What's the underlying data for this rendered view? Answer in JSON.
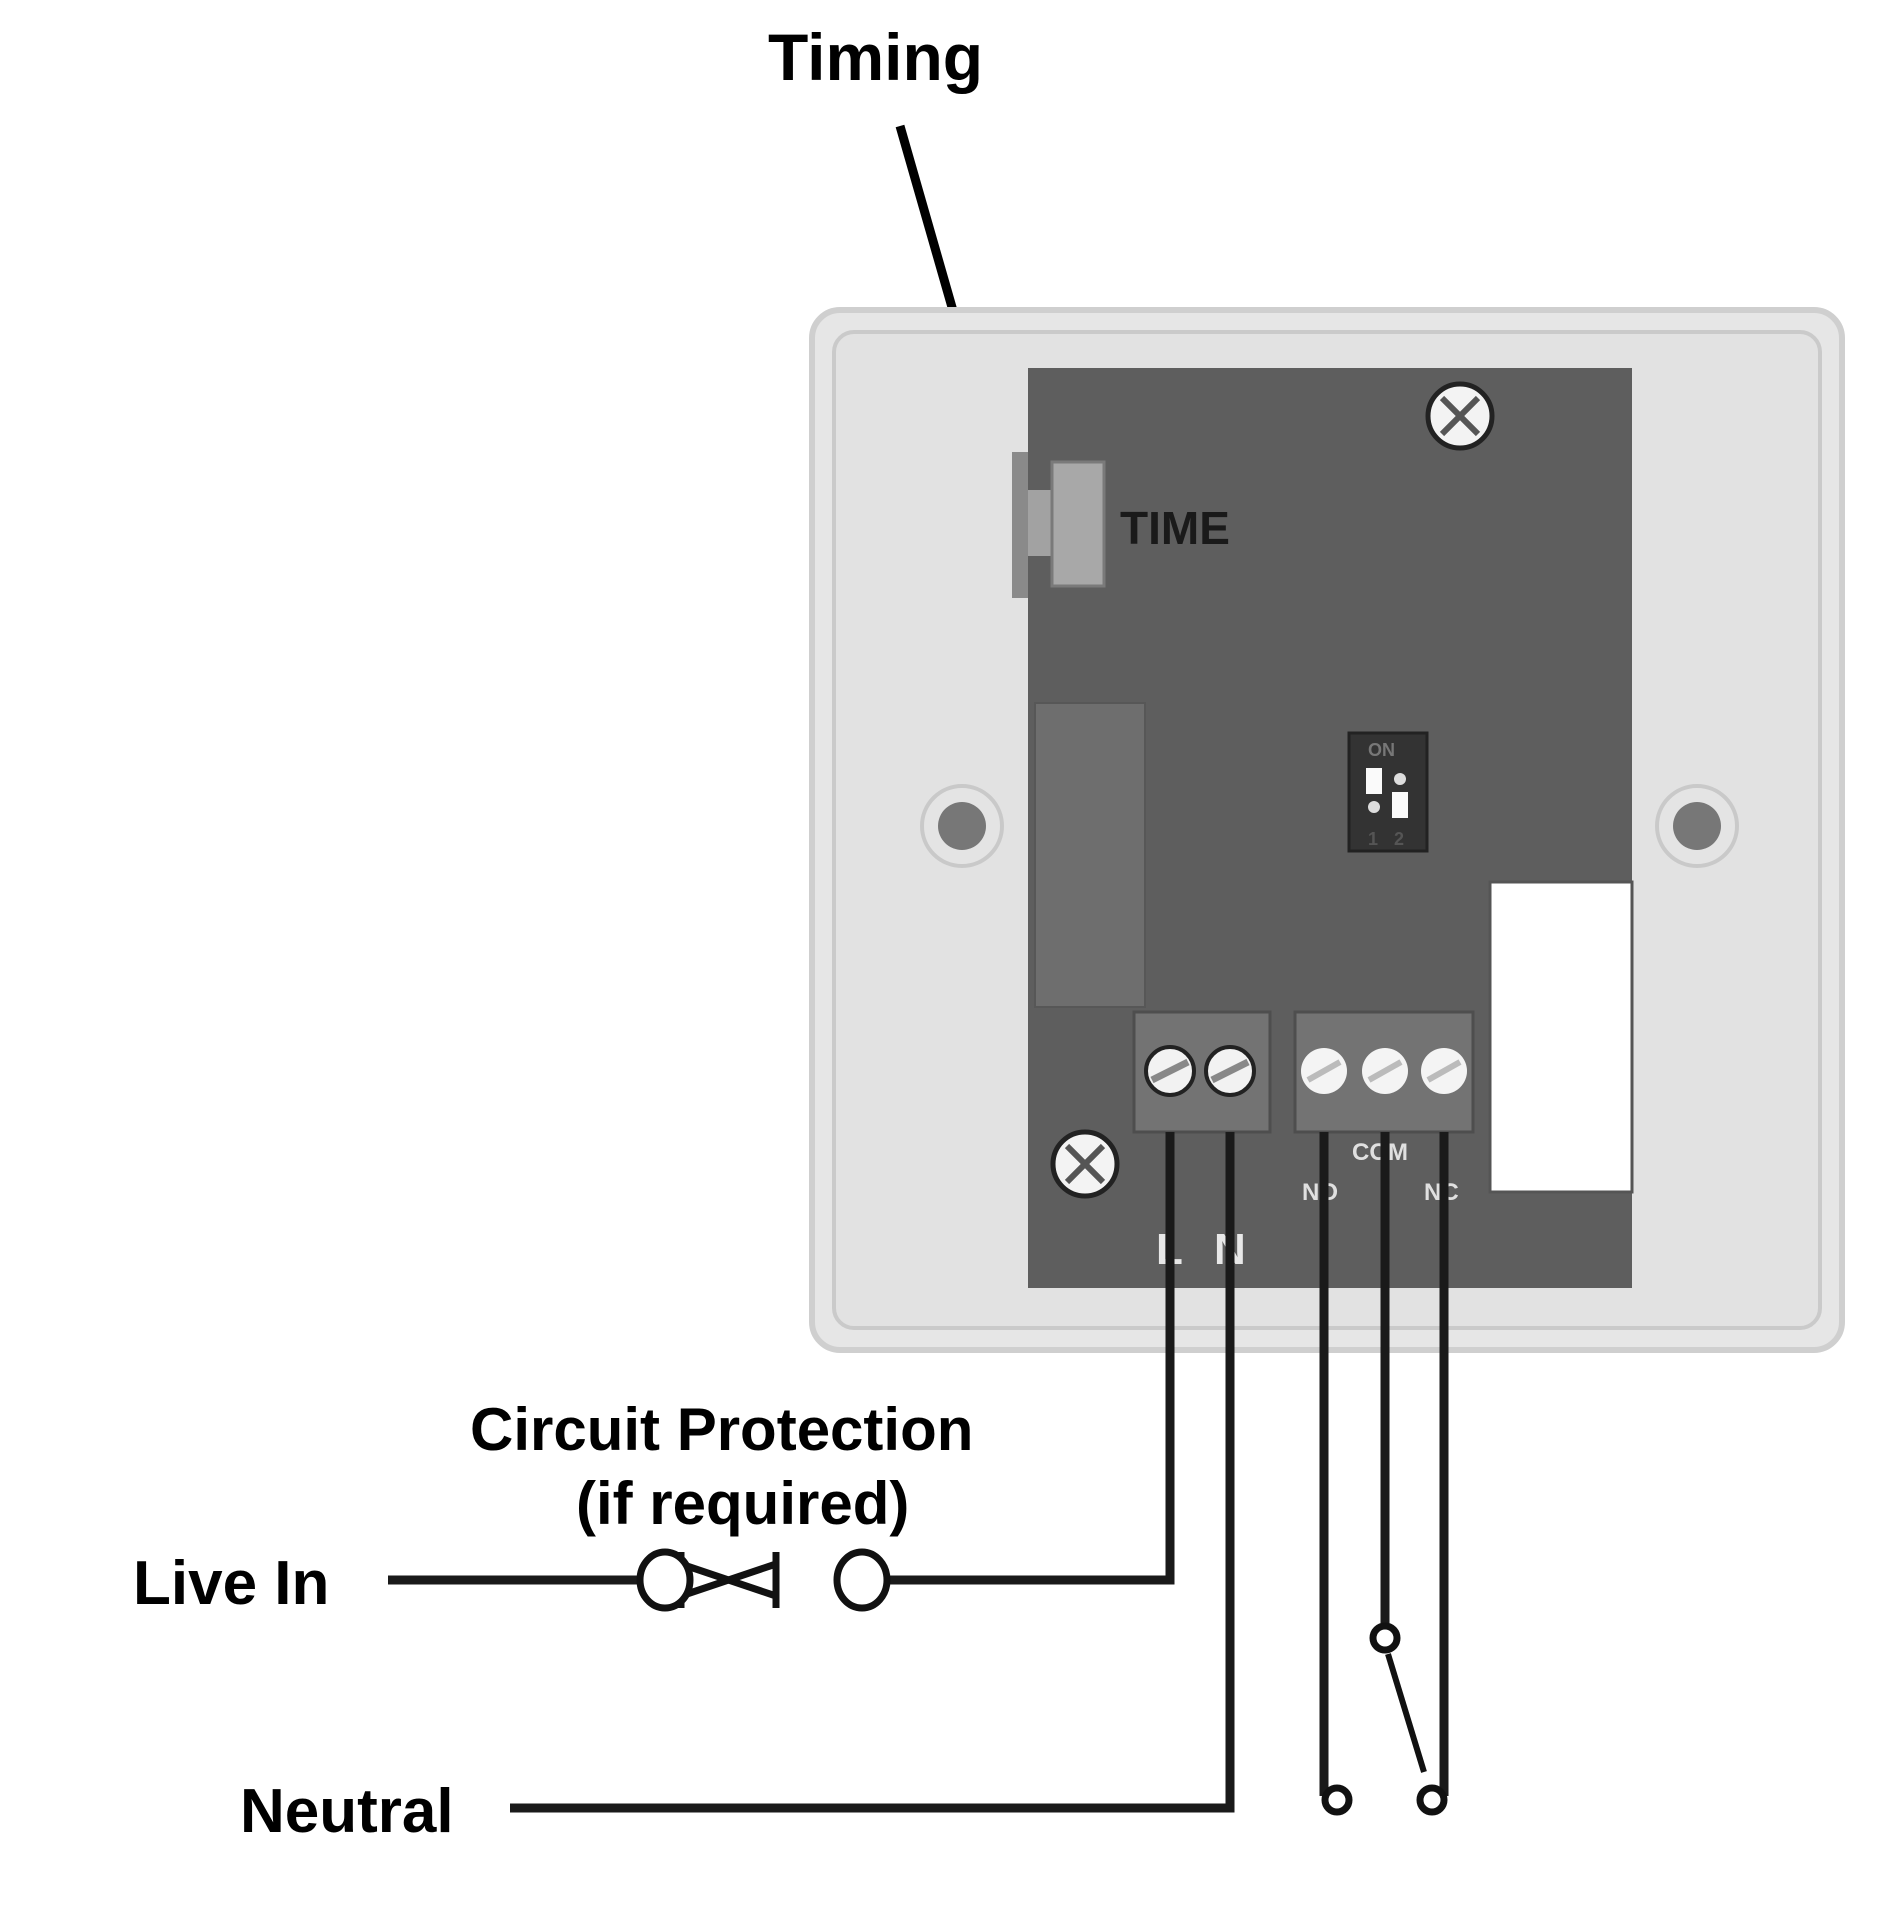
{
  "title": "Timer Relay Wiring Diagram",
  "labels": {
    "timing": "Timing",
    "circuit_protection_line1": "Circuit Protection",
    "circuit_protection_line2": "(if required)",
    "live_in": "Live In",
    "neutral": "Neutral"
  },
  "pcb": {
    "time_label": "TIME",
    "dip_switch": {
      "header": "ON",
      "switch_labels": [
        "1",
        "2"
      ],
      "positions": [
        "on",
        "off"
      ]
    },
    "power_terminals": [
      "L",
      "N"
    ],
    "relay_terminals": [
      "NO",
      "COM",
      "NC"
    ]
  },
  "colors": {
    "plate": "#e2e2e2",
    "plate_border": "#c8c8c8",
    "pcb": "#5e5e5e",
    "terminal_block": "#737373",
    "wire": "#1a1a1a",
    "text": "#000000",
    "pcb_label": "#e8e8e8"
  }
}
